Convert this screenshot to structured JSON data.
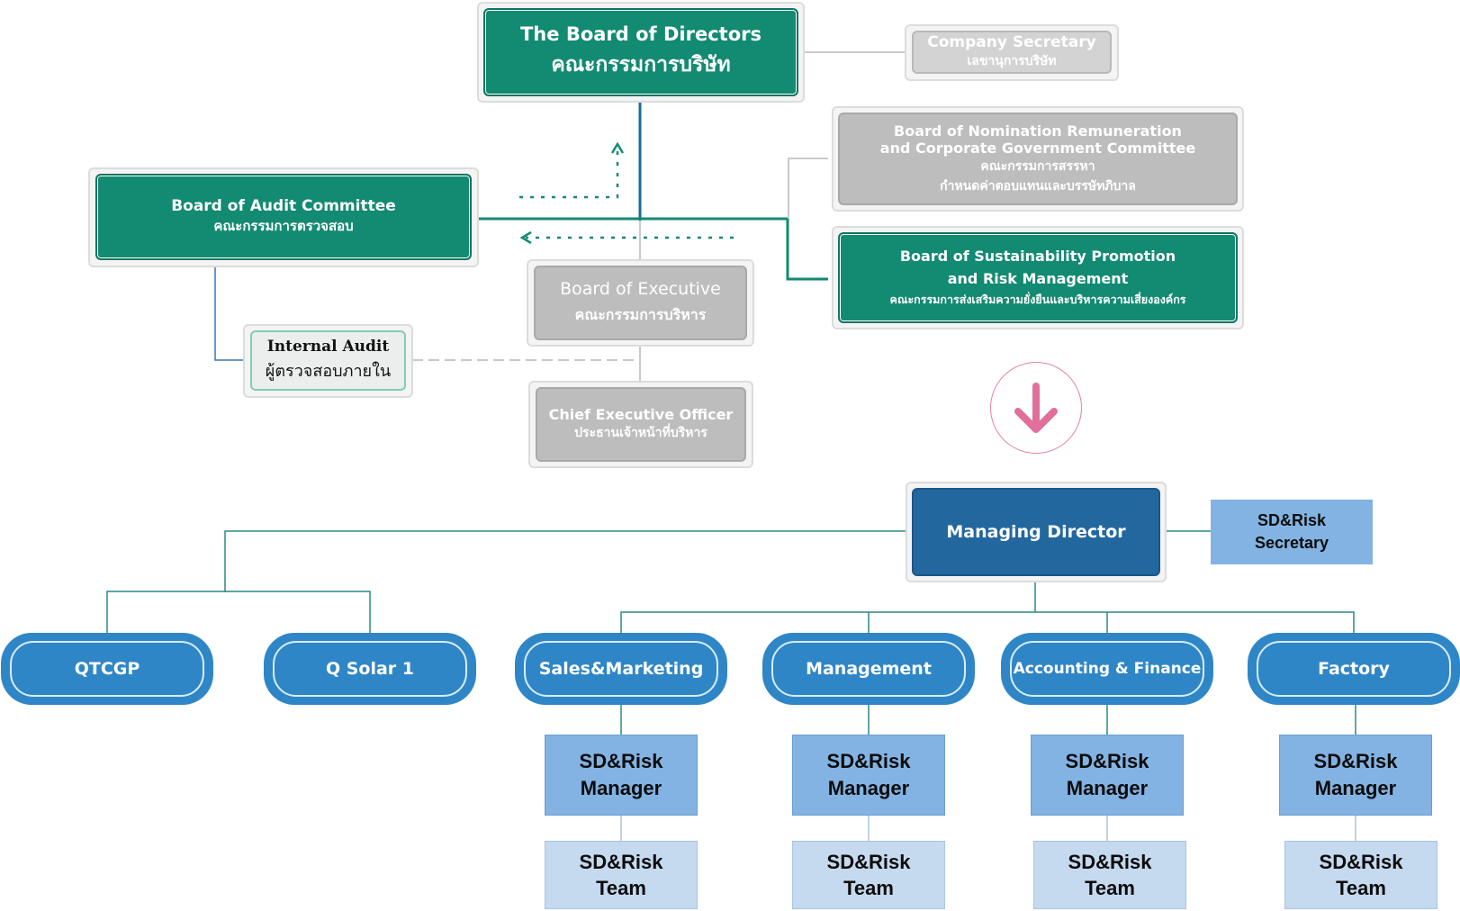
{
  "board": {
    "directors": {
      "en": "The Board of Directors",
      "th": "คณะกรรมการบริษัท"
    },
    "company_secretary": {
      "en": "Company Secretary",
      "th": "เลขานุการบริษัท"
    },
    "nomination": {
      "en1": "Board of Nomination Remuneration",
      "en2": "and Corporate Government Committee",
      "th1": "คณะกรรมการสรรหา",
      "th2": "กำหนดค่าตอบแทนและบรรษัทภิบาล"
    },
    "audit": {
      "en": "Board of Audit Committee",
      "th": "คณะกรรมการตรวจสอบ"
    },
    "sustainability": {
      "en1": "Board of  Sustainability Promotion",
      "en2": "and Risk Management",
      "th": "คณะกรรมการส่งเสริมความยั่งยืนและบริหารความเสี่ยงองค์กร"
    },
    "executive": {
      "en": "Board of Executive",
      "th": "คณะกรรมการบริหาร"
    },
    "internal_audit": {
      "en": "Internal Audit",
      "th": "ผู้ตรวจสอบภายใน"
    },
    "ceo": {
      "en": "Chief Executive Officer",
      "th": "ประธานเจ้าหน้าที่บริหาร"
    }
  },
  "management": {
    "managing_director": "Managing Director",
    "sd_secretary": {
      "line1": "SD&Risk",
      "line2": "Secretary"
    },
    "subsidiaries": [
      "QTCGP",
      "Q Solar 1"
    ],
    "departments": [
      {
        "name": "Sales&Marketing",
        "manager": [
          "SD&Risk",
          "Manager"
        ],
        "team": [
          "SD&Risk",
          "Team"
        ]
      },
      {
        "name": "Management",
        "manager": [
          "SD&Risk",
          "Manager"
        ],
        "team": [
          "SD&Risk",
          "Team"
        ]
      },
      {
        "name": "Accounting & Finance",
        "manager": [
          "SD&Risk",
          "Manager"
        ],
        "team": [
          "SD&Risk",
          "Team"
        ]
      },
      {
        "name": "Factory",
        "manager": [
          "SD&Risk",
          "Manager"
        ],
        "team": [
          "SD&Risk",
          "Team"
        ]
      }
    ]
  },
  "icons": {
    "transition": "arrow-down-icon"
  },
  "colors": {
    "green": "#138a72",
    "grey": "#bdbdbd",
    "navy": "#23679f",
    "blue": "#2f86c6",
    "light_blue": "#82b3e3",
    "pale_blue": "#c5d9ef",
    "pink": "#e57fa7"
  }
}
